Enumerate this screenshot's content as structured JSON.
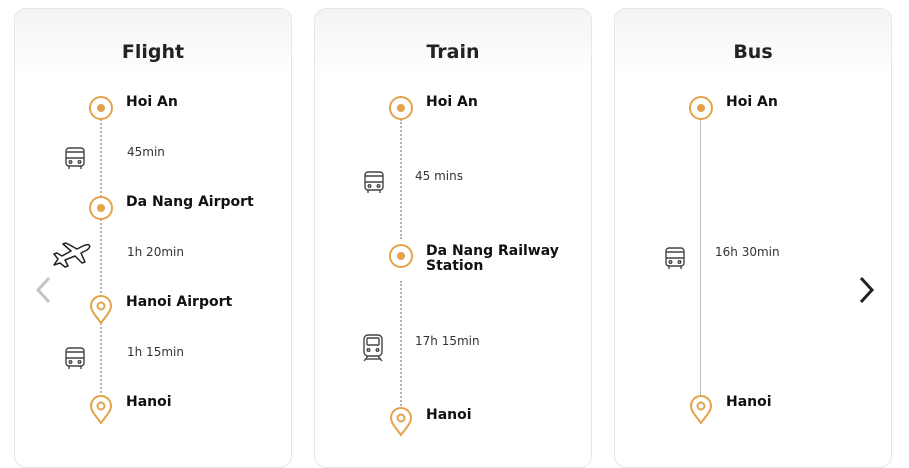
{
  "colors": {
    "accent": "#e3a34a",
    "line": "#b5b5b5",
    "icon": "#444444"
  },
  "cards": [
    {
      "title": "Flight",
      "stops": [
        "Hoi An",
        "Da Nang Airport",
        "Hanoi Airport",
        "Hanoi"
      ],
      "legs": [
        {
          "mode": "bus-icon",
          "duration": "45min"
        },
        {
          "mode": "airplane-icon",
          "duration": "1h 20min"
        },
        {
          "mode": "bus-icon",
          "duration": "1h 15min"
        }
      ]
    },
    {
      "title": "Train",
      "stops": [
        "Hoi An",
        "Da Nang Railway Station",
        "Hanoi"
      ],
      "legs": [
        {
          "mode": "bus-icon",
          "duration": "45 mins"
        },
        {
          "mode": "train-icon",
          "duration": "17h 15min"
        }
      ]
    },
    {
      "title": "Bus",
      "stops": [
        "Hoi An",
        "Hanoi"
      ],
      "legs": [
        {
          "mode": "bus-icon",
          "duration": "16h 30min"
        }
      ]
    }
  ],
  "nav": {
    "prev": "chevron-left-icon",
    "next": "chevron-right-icon"
  }
}
